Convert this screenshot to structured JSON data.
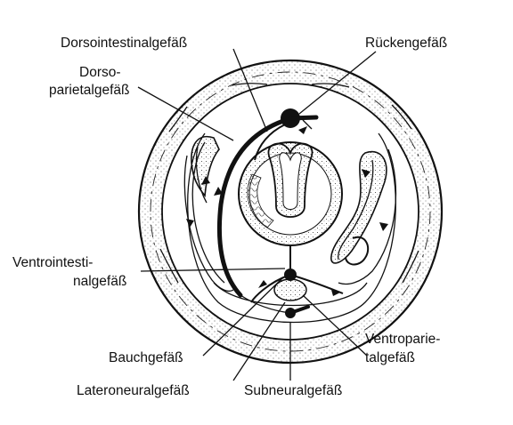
{
  "diagram": {
    "labels": {
      "dorsointestinal": "Dorsointestinalgefäß",
      "ruecken": "Rückengefäß",
      "dorso_line1": "Dorso-",
      "dorso_line2": "parietalgefäß",
      "ventrointestinal_line1": "Ventrointesti-",
      "ventrointestinal_line2": "nalgefäß",
      "ventroparietal_line1": "Ventroparie-",
      "ventroparietal_line2": "talgefäß",
      "bauch": "Bauchgefäß",
      "lateroneural": "Lateroneuralgefäß",
      "subneural": "Subneuralgefäß"
    }
  }
}
